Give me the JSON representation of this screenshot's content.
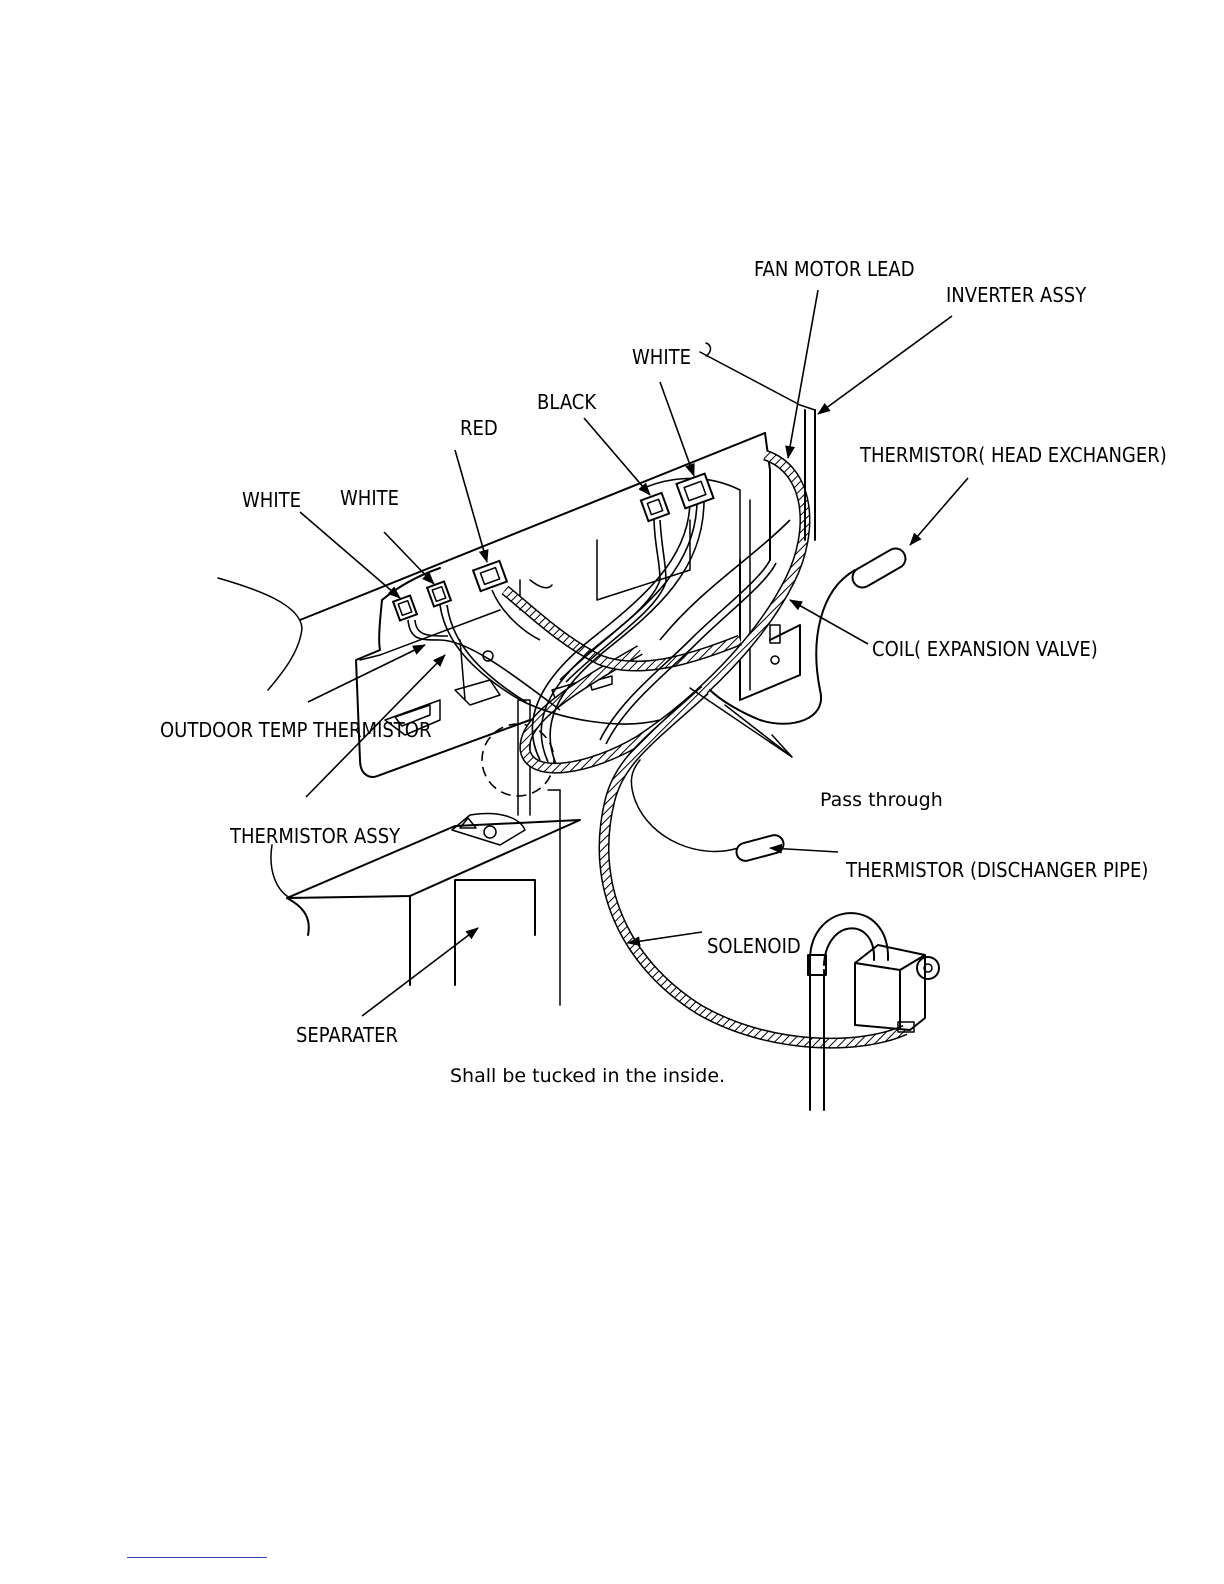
{
  "labels": {
    "fan_motor_lead": "FAN MOTOR LEAD",
    "inverter_assy": "INVERTER ASSY",
    "white_top": "WHITE",
    "black": "BLACK",
    "red": "RED",
    "white_left1": "WHITE",
    "white_left2": "WHITE",
    "thermistor_head": "THERMISTOR( HEAD EXCHANGER)",
    "coil": "COIL( EXPANSION VALVE)",
    "outdoor_temp": "OUTDOOR TEMP THERMISTOR",
    "pass_through": "Pass through",
    "thermistor_assy": "THERMISTOR ASSY",
    "thermistor_discharge": "THERMISTOR (DISCHANGER PIPE)",
    "solenoid": "SOLENOID",
    "separater": "SEPARATER",
    "tucked": "Shall be tucked in the inside."
  },
  "colors": {
    "line": "#000000",
    "background": "#ffffff",
    "footer_rule": "#3a45b0"
  }
}
